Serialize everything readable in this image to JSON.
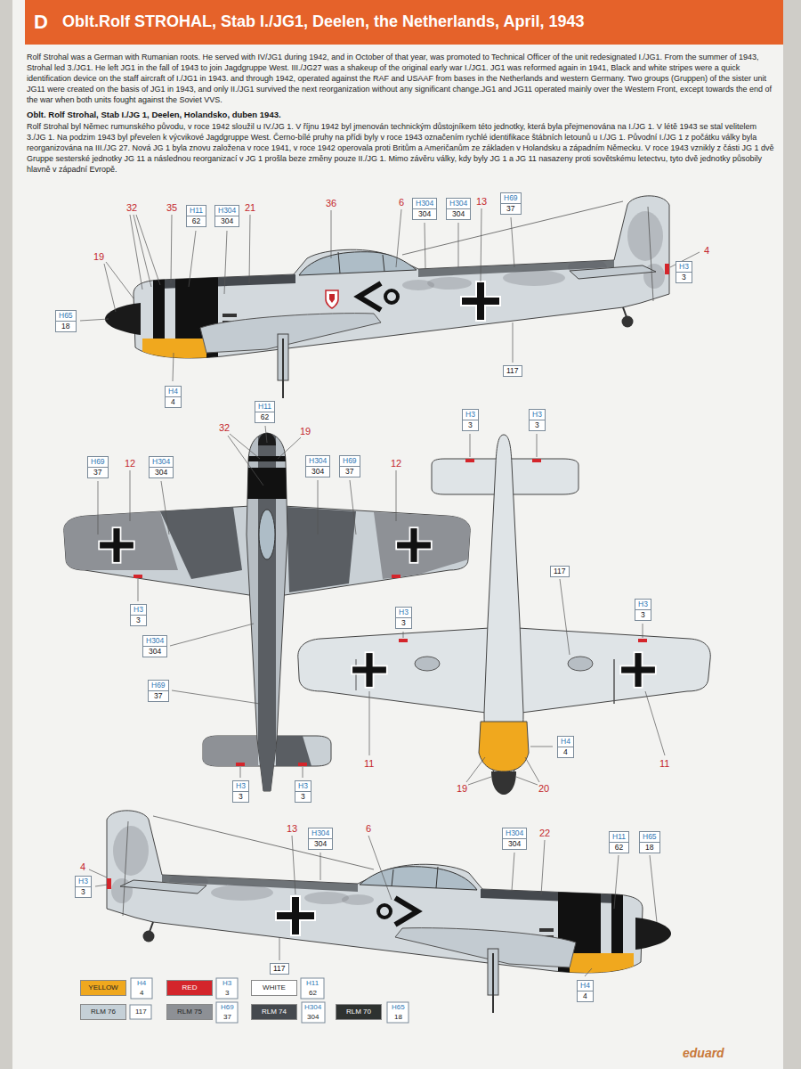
{
  "diagram": {
    "title": "Oblt.Rolf STROHAL, Stab I./JG1, Deelen, the Netherlands, April, 1943",
    "nodes": [
      {
        "text": [
          "H11",
          "62"
        ]
      },
      {
        "text": [
          "H304",
          "304"
        ]
      },
      {
        "text": [
          "H304",
          "304"
        ]
      },
      {
        "text": [
          "H304",
          "304"
        ]
      },
      {
        "text": [
          "H69",
          "37"
        ]
      },
      {
        "text": [
          "H3",
          "3"
        ]
      },
      {
        "text": [
          "H65",
          "18"
        ]
      },
      {
        "text": [
          "H4",
          "4"
        ]
      },
      {
        "text": [
          "117"
        ]
      },
      {
        "text": [
          "H11",
          "62"
        ]
      },
      {
        "text": [
          "H69",
          "37"
        ]
      },
      {
        "text": [
          "H304",
          "304"
        ]
      },
      {
        "text": [
          "H304",
          "304"
        ]
      },
      {
        "text": [
          "H69",
          "37"
        ]
      },
      {
        "text": [
          "H3",
          "3"
        ]
      },
      {
        "text": [
          "H304",
          "304"
        ]
      },
      {
        "text": [
          "H69",
          "37"
        ]
      },
      {
        "text": [
          "H3",
          "3"
        ]
      },
      {
        "text": [
          "H3",
          "3"
        ]
      },
      {
        "text": [
          "H3",
          "3"
        ]
      },
      {
        "text": [
          "H3",
          "3"
        ]
      },
      {
        "text": [
          "117"
        ]
      },
      {
        "text": [
          "H3",
          "3"
        ]
      },
      {
        "text": [
          "H3",
          "3"
        ]
      },
      {
        "text": [
          "H4",
          "4"
        ]
      },
      {
        "text": [
          "H304",
          "304"
        ]
      },
      {
        "text": [
          "H304",
          "304"
        ]
      },
      {
        "text": [
          "H11",
          "62"
        ]
      },
      {
        "text": [
          "H65",
          "18"
        ]
      },
      {
        "text": [
          "H3",
          "3"
        ]
      },
      {
        "text": [
          "117"
        ]
      },
      {
        "text": [
          "H4",
          "4"
        ]
      }
    ],
    "labels": [
      "D",
      "Rolf Strohal was a German with Rumanian roots. He served with IV/JG1 during 1942, and in October of that year, was promoted to Technical Officer of the unit redesignated I./JG1. From the summer of 1943, Strohal led 3./JG1. He left JG1 in the fall of 1943 to join Jagdgruppe West. III./JG27 was a shakeup of the original early war I./JG1. JG1 was reformed again in 1941, Black and white stripes were a quick identification device on the staff aircraft of I./JG1 in 1943. and through 1942, operated against the RAF and USAAF from bases in the Netherlands and western Germany. Two groups (Gruppen) of the sister unit JG11 were created on the basis of JG1 in 1943, and only II./JG1 survived the next reorganization without any significant change.JG1 and JG11 operated mainly over the Western Front, except towards the end of the war when both units fought against the Soviet VVS.",
      "Oblt. Rolf Strohal, Stab I./JG 1, Deelen, Holandsko, duben 1943.",
      "Rolf Strohal byl Němec rumunského původu, v roce 1942 sloužil u IV./JG 1. V říjnu 1942 byl jmenován technickým důstojníkem této jednotky, která byla přejmenována na I./JG 1. V létě 1943 se stal velitelem 3./JG 1. Na podzim 1943 byl převelen k výcvikové Jagdgruppe West. Černo-bílé pruhy na přídi byly v roce 1943 označením rychlé identifikace štábních letounů u I./JG 1. Původní I./JG 1 z počátku války byla reorganizována na III./JG 27. Nová JG 1 byla znovu založena v roce 1941, v roce 1942 operovala proti Britům a Američanům ze základen v Holandsku a západním Německu. V roce 1943 vznikly z části JG 1 dvě Gruppe sesterské jednotky JG 11 a následnou reorganizací v JG 1 prošla beze změny pouze II./JG 1. Mimo závěru války, kdy byly JG 1 a JG 11 nasazeny proti sovětskému letectvu, tyto dvě jednotky působily hlavně v západní Evropě.",
      "32",
      "35",
      "21",
      "36",
      "6",
      "13",
      "19",
      "4",
      "32",
      "19",
      "12",
      "12",
      "11",
      "11",
      "19",
      "20",
      "13",
      "6",
      "22",
      "4",
      "H4",
      "4",
      "H3",
      "3",
      "H11",
      "62",
      "117",
      "H69",
      "37",
      "H304",
      "304",
      "H65",
      "18",
      "eduard"
    ],
    "legend": [
      {
        "text": "YELLOW",
        "color": "#f0a81e"
      },
      {
        "text": "RED",
        "color": "#d4252b"
      },
      {
        "text": "WHITE",
        "color": "#ffffff"
      },
      {
        "text": "RLM 76",
        "color": "#c5d0d7"
      },
      {
        "text": "RLM 75",
        "color": "#8d9095"
      },
      {
        "text": "RLM 74",
        "color": "#45494e"
      },
      {
        "text": "RLM 70",
        "color": "#2e3230"
      }
    ]
  }
}
